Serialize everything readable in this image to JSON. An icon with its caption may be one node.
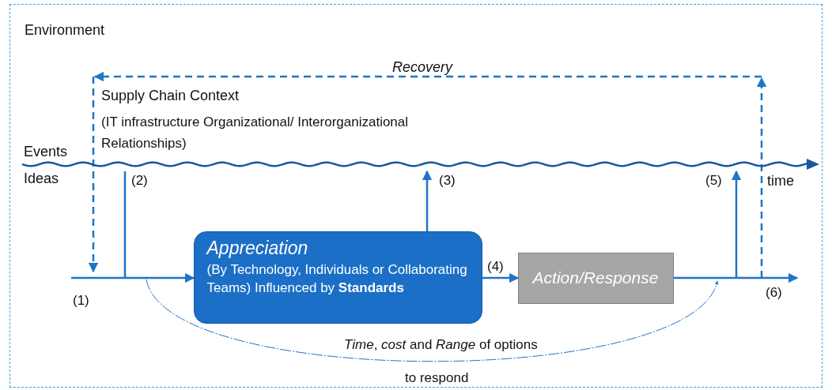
{
  "diagram": {
    "nodes": [
      {
        "text": [
          "Environment"
        ]
      },
      {
        "text": [
          "Appreciation",
          "(By Technology, Individuals or Collaborating Teams) Influenced by **Standards**"
        ],
        "in": 0
      },
      {
        "text": [
          "Action/Response"
        ],
        "in": 0
      },
      {
        "text": [],
        "shape": "bar",
        "in": 0,
        "beside": [
          "Events",
          "Ideas",
          "time"
        ]
      }
    ],
    "edges": [
      {
        "from": null,
        "to": 1,
        "arrow": "to",
        "label": "(1)"
      },
      {
        "from": null,
        "to": 3,
        "arrow": "none",
        "label": "(2)"
      },
      {
        "from": 1,
        "to": 3,
        "arrow": "to",
        "label": "(3)"
      },
      {
        "from": 1,
        "to": 2,
        "arrow": "to",
        "label": "(4)"
      },
      {
        "from": null,
        "to": 3,
        "arrow": "to",
        "label": "(5)"
      },
      {
        "from": 2,
        "to": null,
        "arrow": "to",
        "label": "(6)"
      }
    ],
    "labels": [
      "Supply Chain Context",
      "(IT infrastructure Organizational/ Interorganizational Relationships)",
      "Recovery",
      "*Time*, *cost* and *Range* of options",
      "to respond"
    ]
  }
}
